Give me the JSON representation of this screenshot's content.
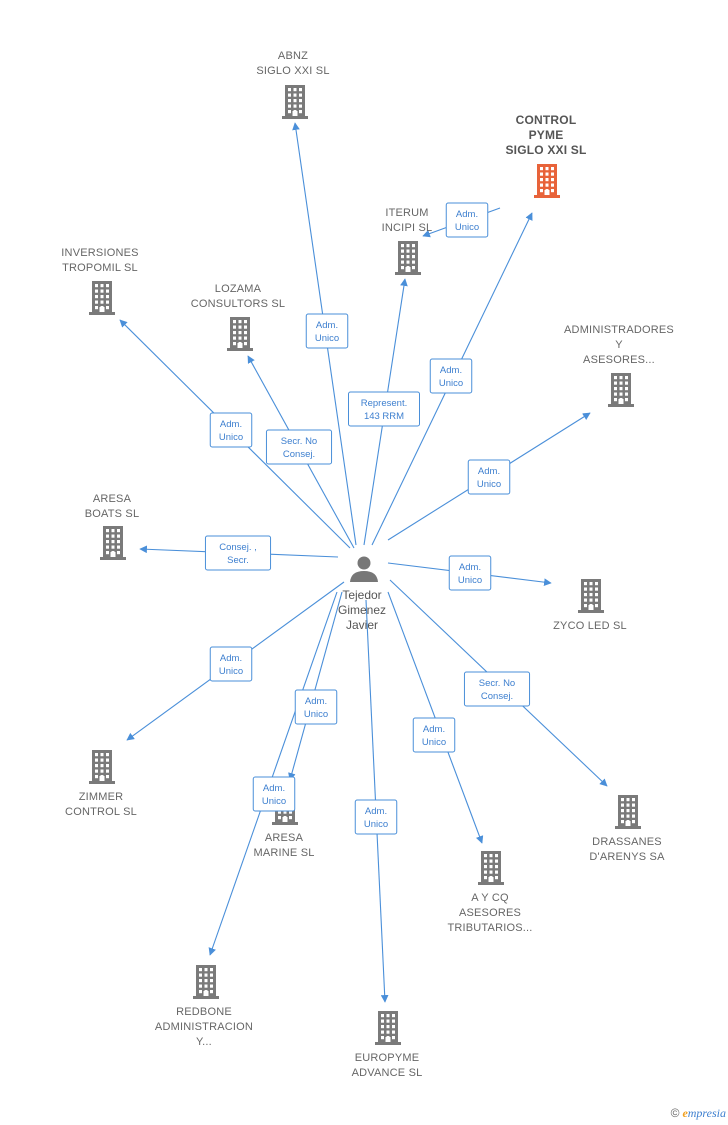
{
  "center": {
    "lines": [
      "Tejedor",
      "Gimenez",
      "Javier"
    ]
  },
  "nodes": [
    {
      "id": "abnz",
      "lines": [
        "ABNZ",
        "SIGLO XXI  SL"
      ],
      "highlight": false
    },
    {
      "id": "control-pyme",
      "lines": [
        "CONTROL",
        "PYME",
        "SIGLO XXI  SL"
      ],
      "highlight": true
    },
    {
      "id": "iterum",
      "lines": [
        "ITERUM",
        "INCIPI  SL"
      ],
      "highlight": false
    },
    {
      "id": "inversiones",
      "lines": [
        "INVERSIONES",
        "TROPOMIL  SL"
      ],
      "highlight": false
    },
    {
      "id": "lozama",
      "lines": [
        "LOZAMA",
        "CONSULTORS SL"
      ],
      "highlight": false
    },
    {
      "id": "administradores",
      "lines": [
        "ADMINISTRADORES",
        "Y",
        "ASESORES..."
      ],
      "highlight": false
    },
    {
      "id": "aresa-boats",
      "lines": [
        "ARESA",
        "BOATS SL"
      ],
      "highlight": false
    },
    {
      "id": "zyco",
      "lines": [
        "ZYCO LED SL"
      ],
      "highlight": false
    },
    {
      "id": "zimmer",
      "lines": [
        "ZIMMER",
        "CONTROL  SL"
      ],
      "highlight": false
    },
    {
      "id": "aresa-marine",
      "lines": [
        "ARESA",
        "MARINE  SL"
      ],
      "highlight": false
    },
    {
      "id": "drassanes",
      "lines": [
        "DRASSANES",
        "D'ARENYS SA"
      ],
      "highlight": false
    },
    {
      "id": "aycq",
      "lines": [
        "A Y CQ",
        "ASESORES",
        "TRIBUTARIOS..."
      ],
      "highlight": false
    },
    {
      "id": "redbone",
      "lines": [
        "REDBONE",
        "ADMINISTRACION",
        "Y..."
      ],
      "highlight": false
    },
    {
      "id": "europyme",
      "lines": [
        "EUROPYME",
        "ADVANCE SL"
      ],
      "highlight": false
    }
  ],
  "edges": [
    {
      "to": "abnz",
      "label": [
        "Adm.",
        "Unico"
      ]
    },
    {
      "to": "control-pyme",
      "label": [
        "Adm.",
        "Unico"
      ]
    },
    {
      "to": "iterum",
      "label": [
        "Represent.",
        "143 RRM"
      ]
    },
    {
      "to": "iterum-from-control",
      "label": [
        "Adm.",
        "Unico"
      ]
    },
    {
      "to": "inversiones",
      "label": [
        "Adm.",
        "Unico"
      ]
    },
    {
      "to": "lozama",
      "label": [
        "Secr.  No",
        "Consej."
      ]
    },
    {
      "to": "administradores",
      "label": [
        "Adm.",
        "Unico"
      ]
    },
    {
      "to": "aresa-boats",
      "label": [
        "Consej. ,",
        "Secr."
      ]
    },
    {
      "to": "zyco",
      "label": [
        "Adm.",
        "Unico"
      ]
    },
    {
      "to": "zimmer",
      "label": [
        "Adm.",
        "Unico"
      ]
    },
    {
      "to": "aresa-marine",
      "label": [
        "Adm.",
        "Unico"
      ]
    },
    {
      "to": "drassanes",
      "label": [
        "Secr.  No",
        "Consej."
      ]
    },
    {
      "to": "aycq",
      "label": [
        "Adm.",
        "Unico"
      ]
    },
    {
      "to": "redbone",
      "label": [
        "Adm.",
        "Unico"
      ]
    },
    {
      "to": "europyme",
      "label": [
        "Adm.",
        "Unico"
      ]
    }
  ],
  "watermark": {
    "copyright": "©",
    "brand_initial": "e",
    "brand_rest": "mpresia"
  },
  "colors": {
    "edge": "#4a8fd9",
    "building": "#7a7a7a",
    "highlight": "#e8633a"
  }
}
